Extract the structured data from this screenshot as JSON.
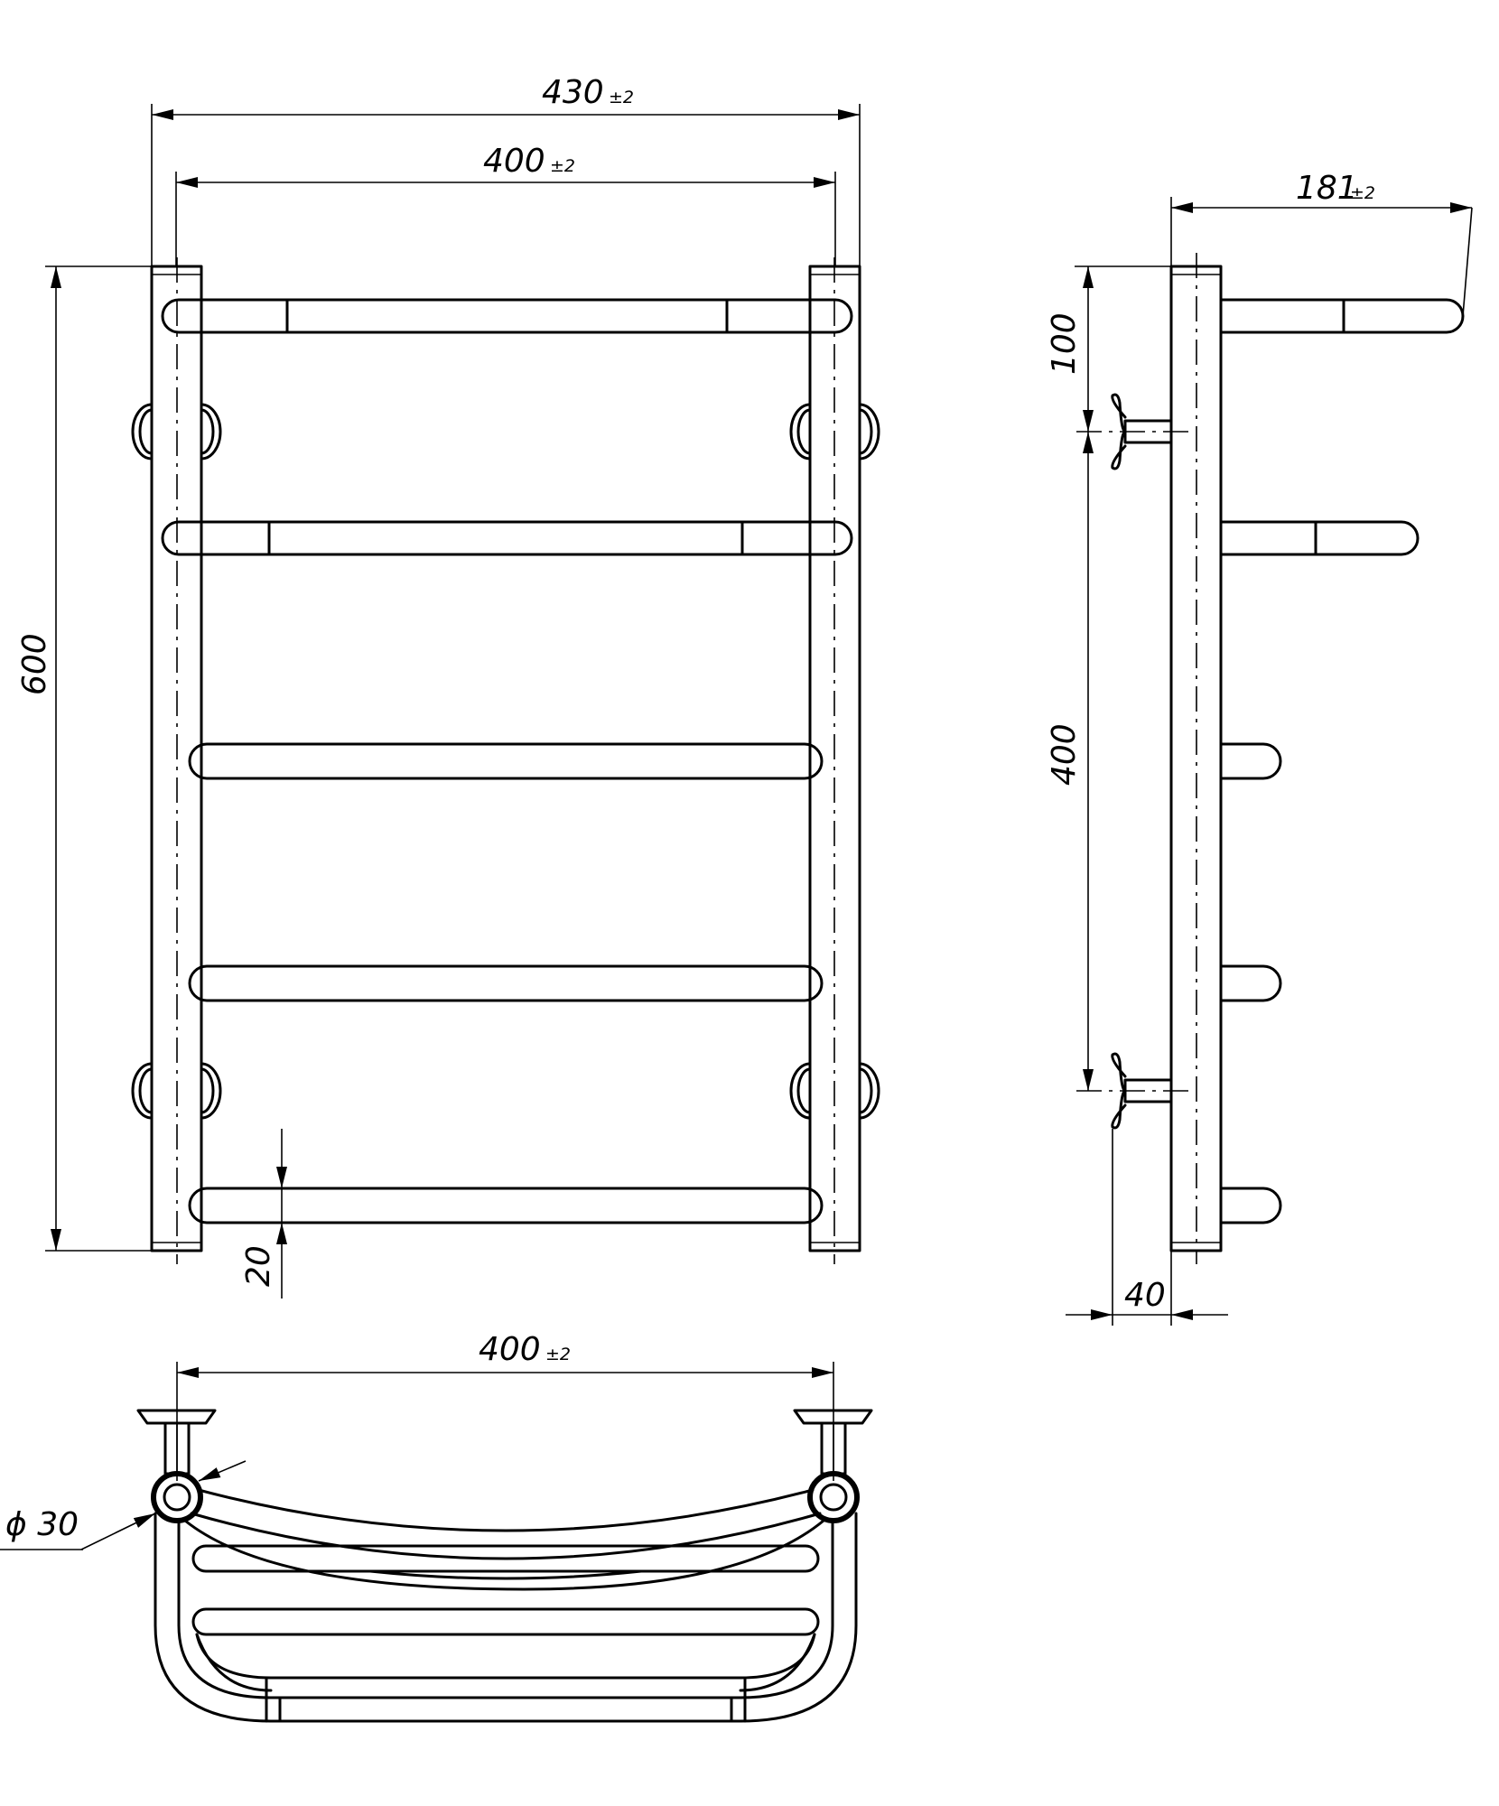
{
  "dimensions": {
    "overall_width": {
      "value": "430",
      "tolerance": "±2"
    },
    "inner_width_front": {
      "value": "400",
      "tolerance": "±2"
    },
    "height": {
      "value": "600"
    },
    "bottom_offset": {
      "value": "20"
    },
    "depth": {
      "value": "181",
      "tolerance": "±2"
    },
    "top_to_mount": {
      "value": "100"
    },
    "mount_spacing": {
      "value": "400"
    },
    "wall_offset": {
      "value": "40"
    },
    "inner_width_top": {
      "value": "400",
      "tolerance": "±2"
    },
    "pipe_diameter": {
      "value": "ϕ 30"
    }
  }
}
